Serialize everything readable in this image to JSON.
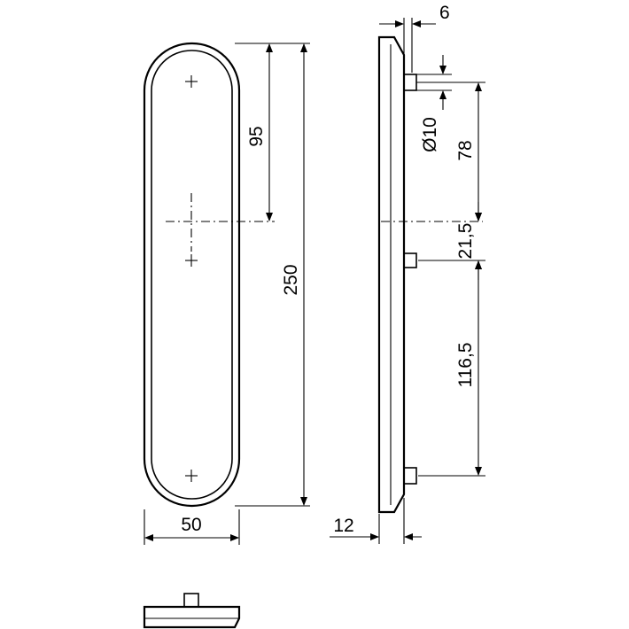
{
  "dimensions": {
    "total_height": "250",
    "offset_to_center": "95",
    "plate_width": "50",
    "plate_thickness": "12",
    "pin_length": "6",
    "pin_diameter": "Ø10",
    "top_pin_to_center": "78",
    "center_to_mid_pin": "21,5",
    "mid_pin_to_bottom_pin": "116,5"
  }
}
